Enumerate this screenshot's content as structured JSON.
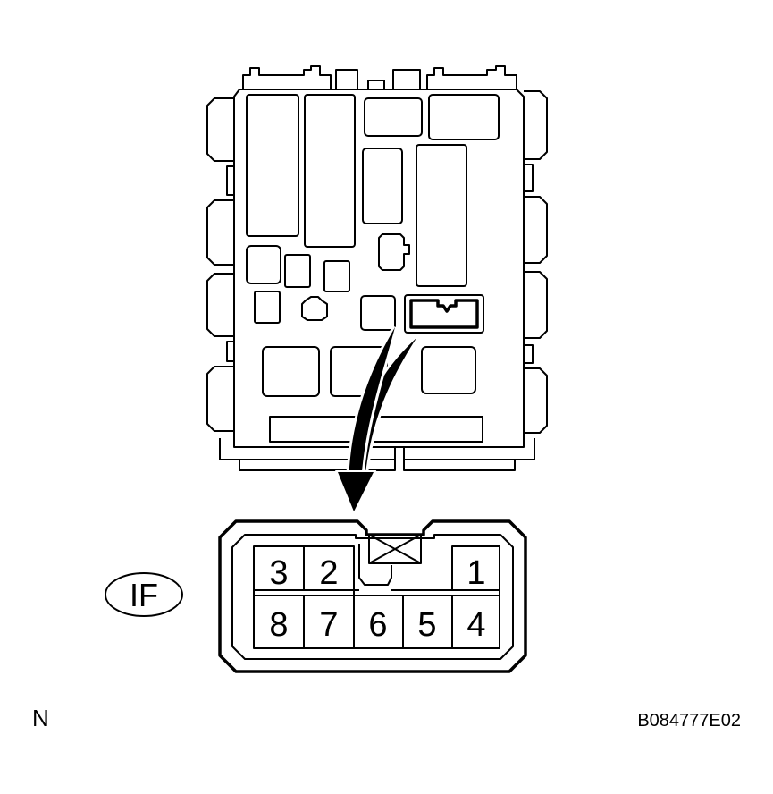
{
  "connector": {
    "code": "IF",
    "pins_top": [
      "3",
      "2",
      "1"
    ],
    "pins_bottom": [
      "8",
      "7",
      "6",
      "5",
      "4"
    ]
  },
  "corner_label": "N",
  "figure_id": "B084777E02"
}
